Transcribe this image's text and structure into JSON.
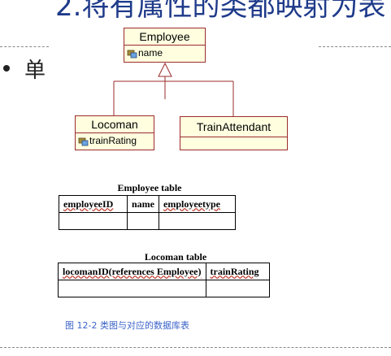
{
  "slide": {
    "title": "2.将有属性的类都映射为表",
    "bullet": "单"
  },
  "uml": {
    "employee": {
      "name": "Employee",
      "attribute": "name"
    },
    "locoman": {
      "name": "Locoman",
      "attribute": "trainRating"
    },
    "train_attendant": {
      "name": "TrainAttendant"
    },
    "colors": {
      "fill": "#ffffe0",
      "stroke": "#9b2b2b"
    }
  },
  "tables": {
    "employee": {
      "caption": "Employee table",
      "columns": [
        "employeeID",
        "name",
        "employeetype"
      ]
    },
    "locoman": {
      "caption": "Locoman table",
      "columns": [
        "locomanID(references Employee)",
        "trainRating"
      ]
    }
  },
  "figure_caption": "图 12-2 类图与对应的数据库表"
}
